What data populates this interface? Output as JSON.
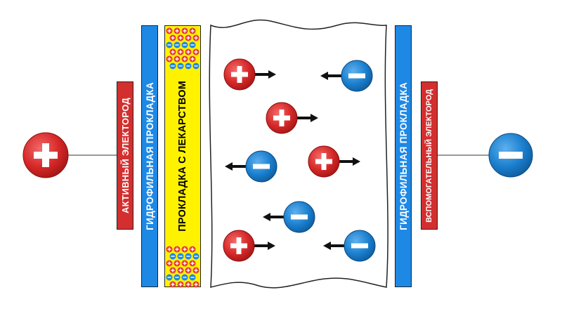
{
  "labels": {
    "active_electrode": "АКТИВНЫЙ ЭЛЕКТОРОД",
    "hydrophilic_pad_left": "ГИДРОФИЛЬНАЯ ПРОКЛАДКА",
    "drug_pad": "ПРОКЛАДКА С ЛЕКАРСТВОМ",
    "hydrophilic_pad_right": "ГИДРОФИЛЬНАЯ ПРОКЛАДКА",
    "auxiliary_electrode": "ВСПОМОГАТЕЛЬНЫЙ ЭЛЕКТОРОД"
  },
  "symbols": {
    "plus": "+",
    "minus": "−"
  },
  "colors": {
    "positive": "#d32f2f",
    "negative": "#1976c8",
    "hydrophilic_pad": "#1e88e5",
    "drug_pad": "#fff200",
    "electrode_strip": "#d32f2f"
  },
  "ions": [
    {
      "charge": "positive",
      "direction": "right"
    },
    {
      "charge": "negative",
      "direction": "left"
    },
    {
      "charge": "positive",
      "direction": "right"
    },
    {
      "charge": "negative",
      "direction": "left"
    },
    {
      "charge": "positive",
      "direction": "right"
    },
    {
      "charge": "negative",
      "direction": "left"
    },
    {
      "charge": "positive",
      "direction": "right"
    },
    {
      "charge": "negative",
      "direction": "left"
    }
  ]
}
